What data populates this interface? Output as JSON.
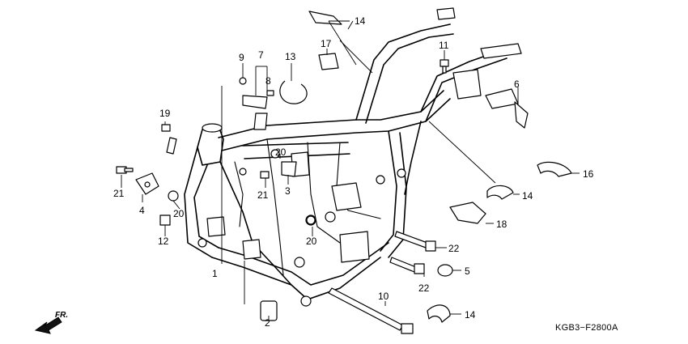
{
  "diagram": {
    "code": "KGB3−F2800A",
    "direction_label": "FR.",
    "callouts": {
      "p1": "1",
      "p2": "2",
      "p3": "3",
      "p4": "4",
      "p5": "5",
      "p6": "6",
      "p7": "7",
      "p8": "8",
      "p9": "9",
      "p10": "10",
      "p11": "11",
      "p12": "12",
      "p13": "13",
      "p14a": "14",
      "p14b": "14",
      "p14c": "14",
      "p16": "16",
      "p17": "17",
      "p18": "18",
      "p19": "19",
      "p20a": "20",
      "p20b": "20",
      "p20c": "20",
      "p21a": "21",
      "p21b": "21",
      "p22a": "22",
      "p22b": "22"
    }
  }
}
